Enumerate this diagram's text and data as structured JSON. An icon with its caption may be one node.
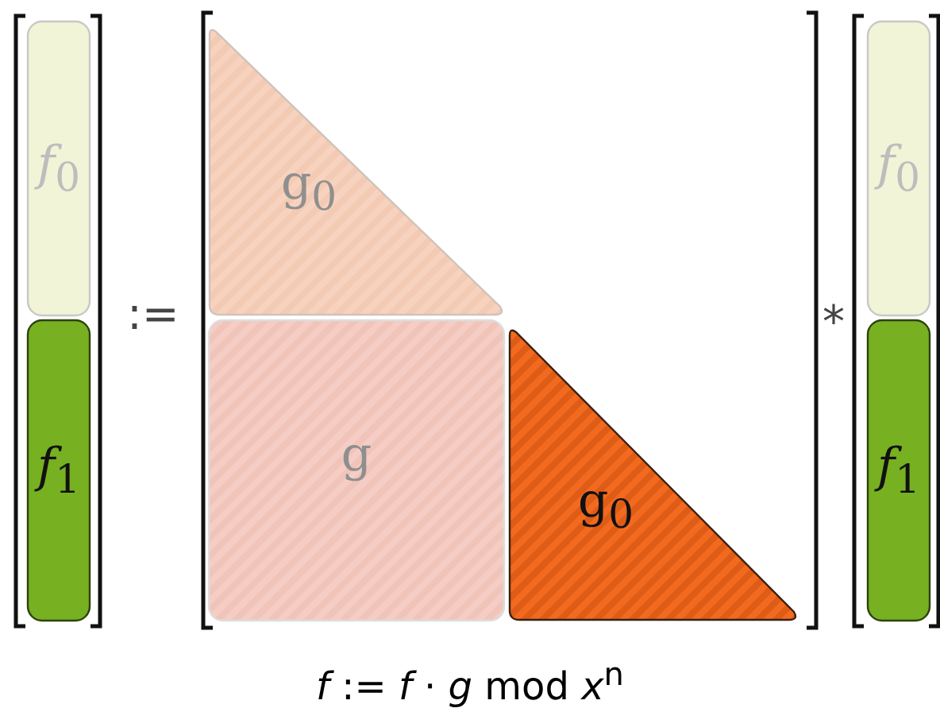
{
  "diagram": {
    "caption": "*f* := *f* · *g* mod *x*$^{n}$",
    "nodes": [
      {
        "text": [
          "*f*$_{0}$"
        ]
      },
      {
        "text": [
          "*f*$_{1}$"
        ]
      },
      {
        "text": [
          "g$_{0}$"
        ]
      },
      {
        "text": [
          "g"
        ]
      },
      {
        "text": [
          "g$_{0}$"
        ]
      },
      {
        "text": [
          "*f*$_{0}$"
        ]
      },
      {
        "text": [
          "*f*$_{1}$"
        ]
      }
    ],
    "labels": [
      ":=",
      "*"
    ]
  }
}
